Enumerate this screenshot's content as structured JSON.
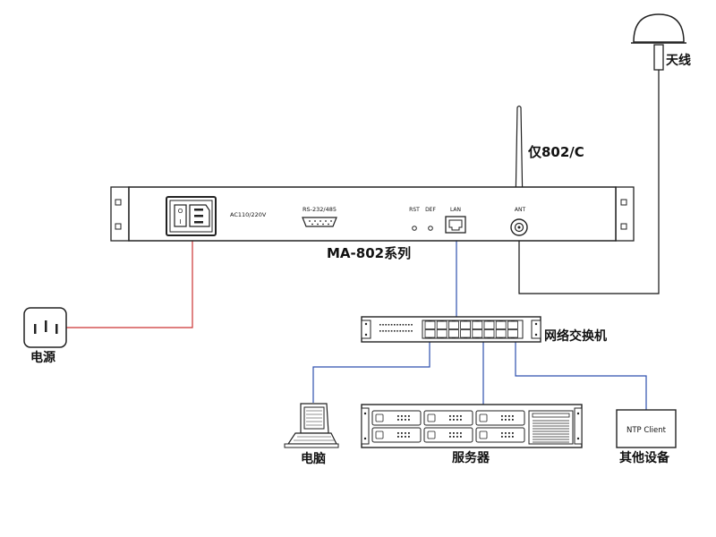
{
  "device": {
    "model_label": "MA-802系列",
    "power_rating": "AC110/220V",
    "serial_port": "RS-232/485",
    "rst": "RST",
    "def": "DEF",
    "lan": "LAN",
    "ant": "ANT",
    "antenna_note": "仅802/C"
  },
  "nodes": {
    "antenna": "天线",
    "power": "电源",
    "switch": "网络交换机",
    "computer": "电脑",
    "server": "服务器",
    "other_device": "其他设备",
    "ntp_client": "NTP Client"
  },
  "colors": {
    "power_line": "#cc3333",
    "network_line": "#2d4fae",
    "antenna_line": "#111111",
    "stroke": "#222222"
  }
}
